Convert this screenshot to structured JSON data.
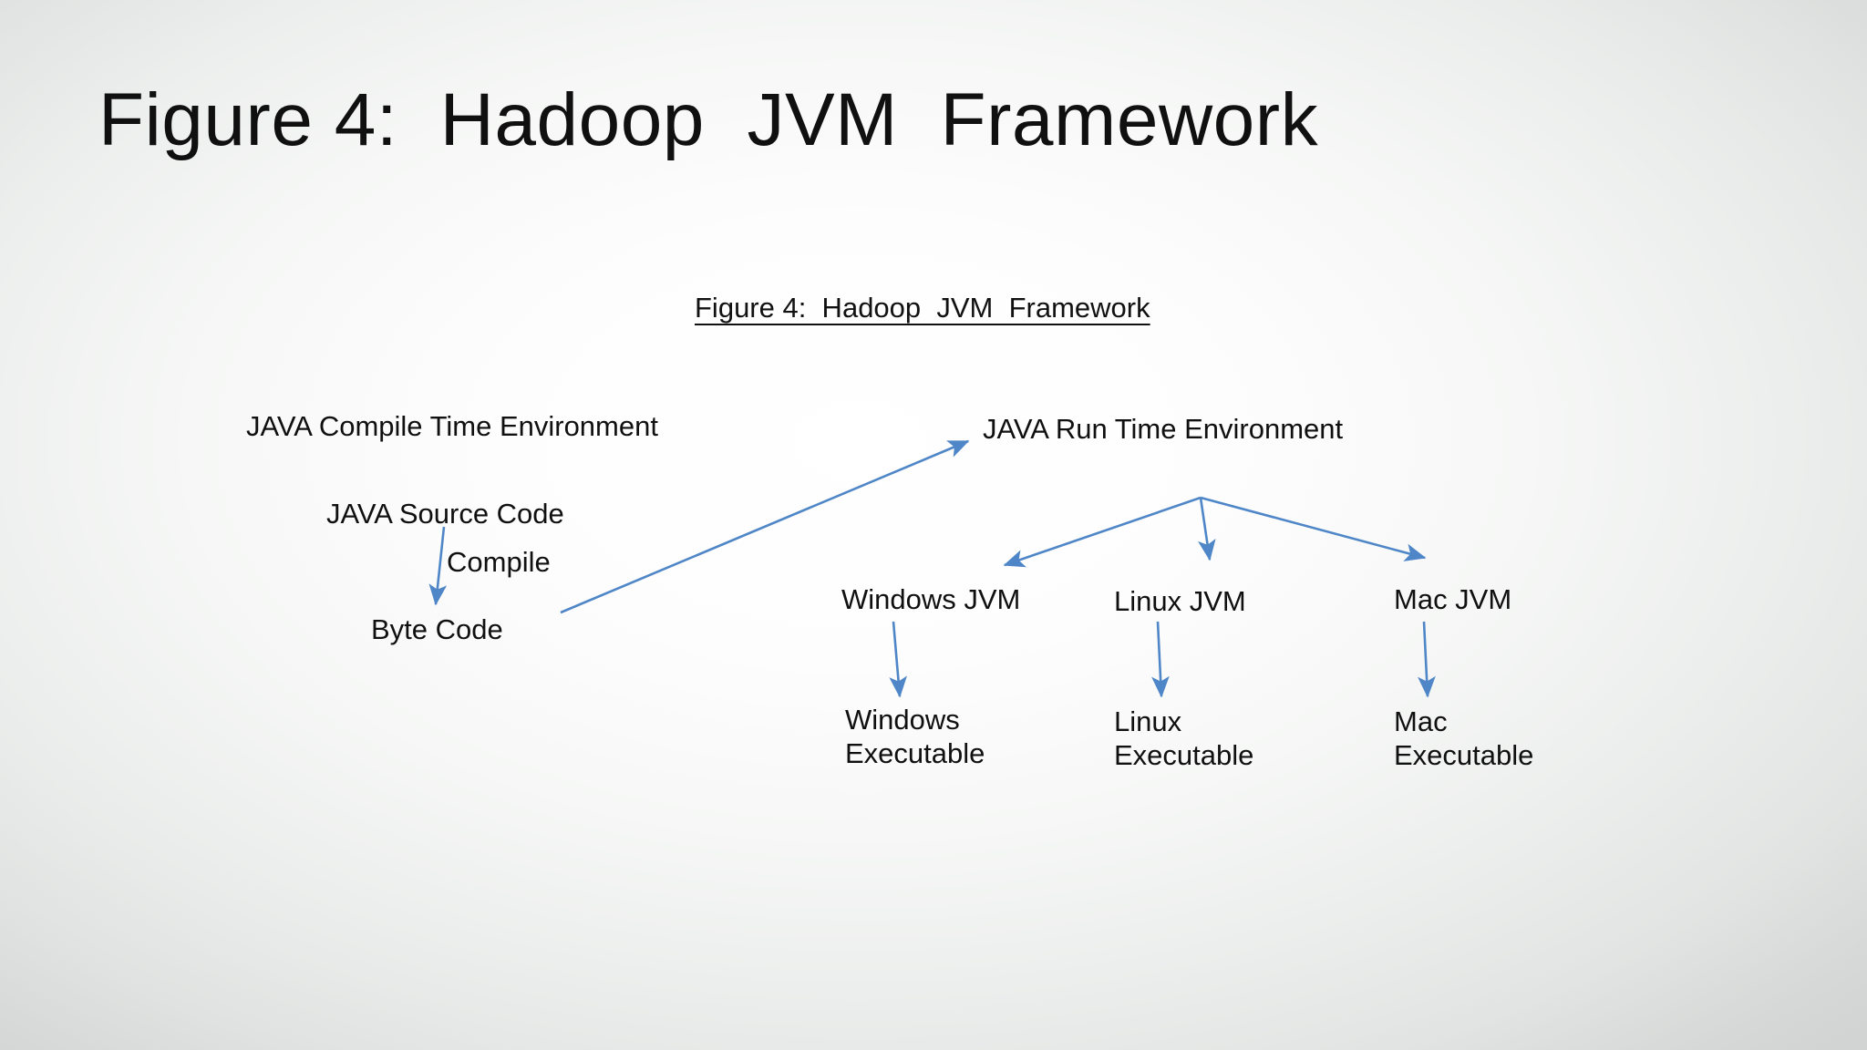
{
  "slide": {
    "title": "Figure 4:  Hadoop  JVM  Framework",
    "caption": "Figure 4:  Hadoop  JVM  Framework",
    "background_color": "#d7d9d8",
    "background_center_color": "#ffffff",
    "text_color": "#101010",
    "arrow_color": "#4E86C7"
  },
  "diagram": {
    "compile_env_label": "JAVA Compile Time Environment",
    "runtime_env_label": "JAVA Run Time Environment",
    "source_code_label": "JAVA Source Code",
    "compile_label": "Compile",
    "byte_code_label": "Byte Code",
    "jvms": [
      {
        "name": "Windows JVM",
        "executable": "Windows\nExecutable"
      },
      {
        "name": "Linux JVM",
        "executable": "Linux\nExecutable"
      },
      {
        "name": "Mac JVM",
        "executable": "Mac\nExecutable"
      }
    ]
  }
}
